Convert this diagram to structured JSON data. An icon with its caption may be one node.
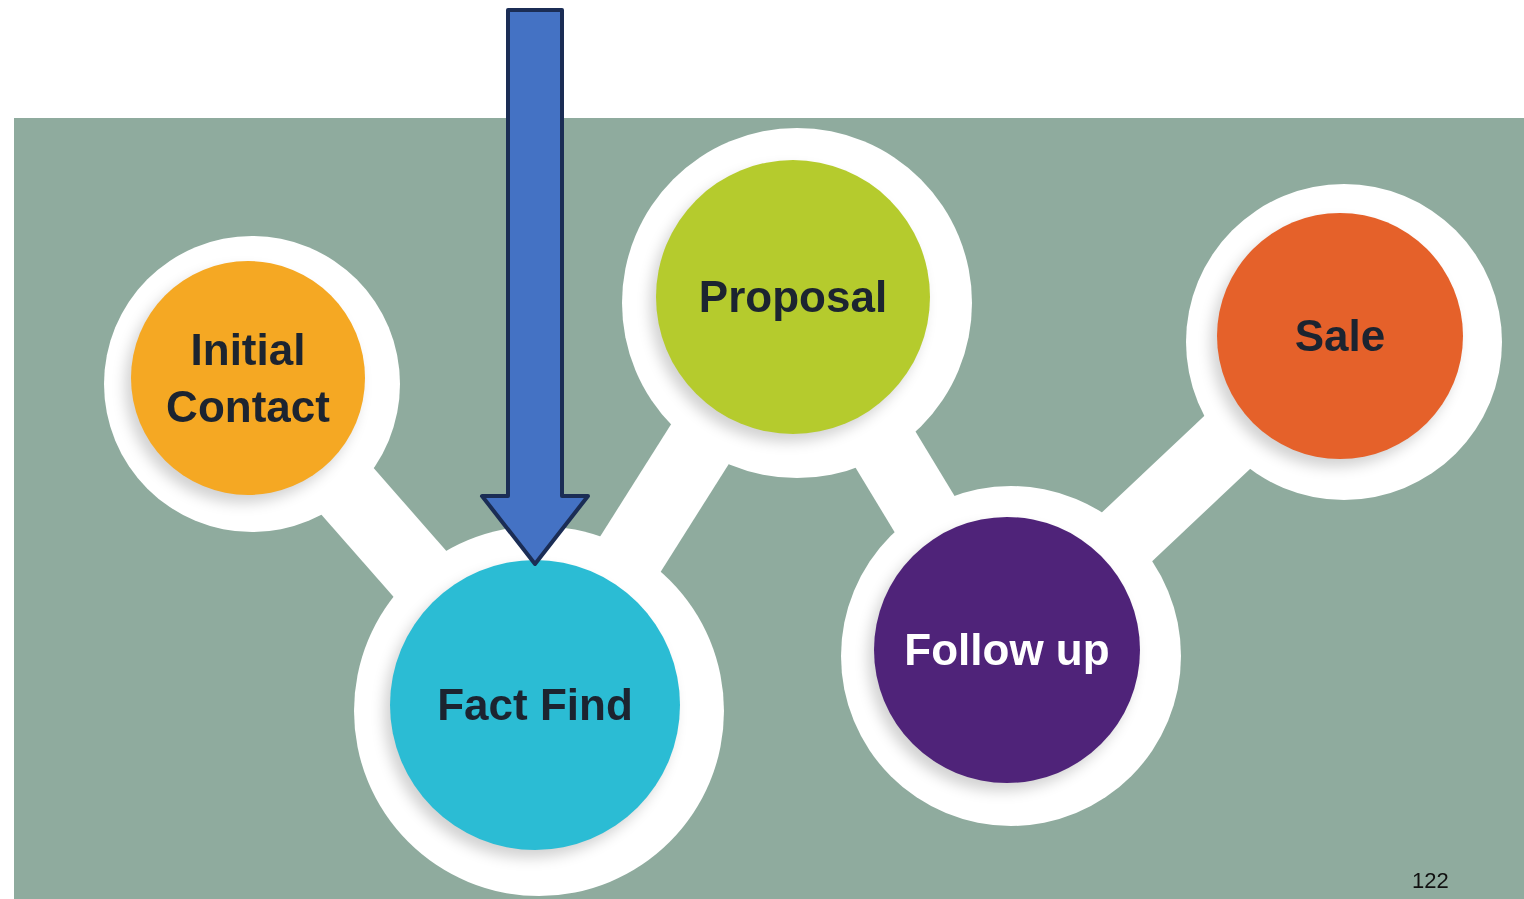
{
  "diagram": {
    "nodes": [
      {
        "text": [
          "Initial Contact"
        ]
      },
      {
        "text": [
          "Fact Find"
        ]
      },
      {
        "text": [
          "Proposal"
        ]
      },
      {
        "text": [
          "Follow up"
        ]
      },
      {
        "text": [
          "Sale"
        ]
      }
    ],
    "edges": [
      {
        "from": 0,
        "to": 1,
        "arrow": "none"
      },
      {
        "from": 1,
        "to": 2,
        "arrow": "none"
      },
      {
        "from": 2,
        "to": 3,
        "arrow": "none"
      },
      {
        "from": 3,
        "to": 4,
        "arrow": "none"
      },
      {
        "from": null,
        "to": 1,
        "arrow": "to",
        "style": "thick",
        "color": "#4472c4"
      }
    ],
    "labels": [
      "122"
    ]
  }
}
